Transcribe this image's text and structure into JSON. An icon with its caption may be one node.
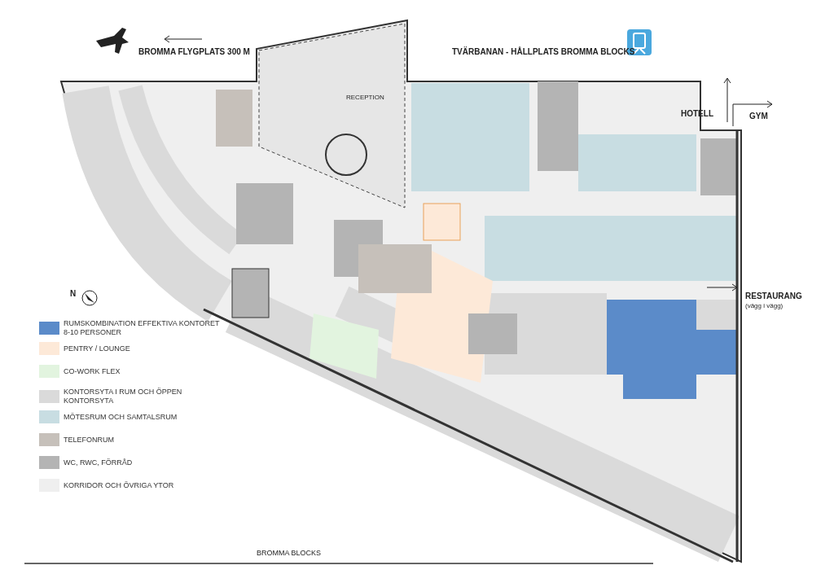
{
  "diagram": {
    "caption": "BROMMA BLOCKS",
    "labels": [
      "BROMMA FLYGPLATS 300 M",
      "TVÄRBANAN - HÅLLPLATS BROMMA BLOCKS",
      "RECEPTION",
      "HOTELL",
      "GYM",
      "N",
      "RESTAURANG",
      "(vägg i vägg)"
    ],
    "legend": [
      {
        "text": "RUMSKOMBINATION EFFEKTIVA KONTORET 8-10 PERSONER",
        "color": "#5b8bc9"
      },
      {
        "text": "PENTRY / LOUNGE",
        "color": "#fde9d8"
      },
      {
        "text": "CO-WORK FLEX",
        "color": "#e2f4df"
      },
      {
        "text": "KONTORSYTA I RUM OCH ÖPPEN KONTORSYTA",
        "color": "#dadada"
      },
      {
        "text": "MÖTESRUM OCH SAMTALSRUM",
        "color": "#c8dde2"
      },
      {
        "text": "TELEFONRUM",
        "color": "#c6c0ba"
      },
      {
        "text": "WC, RWC, FÖRRÅD",
        "color": "#b4b4b4"
      },
      {
        "text": "KORRIDOR OCH ÖVRIGA YTOR",
        "color": "#efefef"
      }
    ]
  }
}
